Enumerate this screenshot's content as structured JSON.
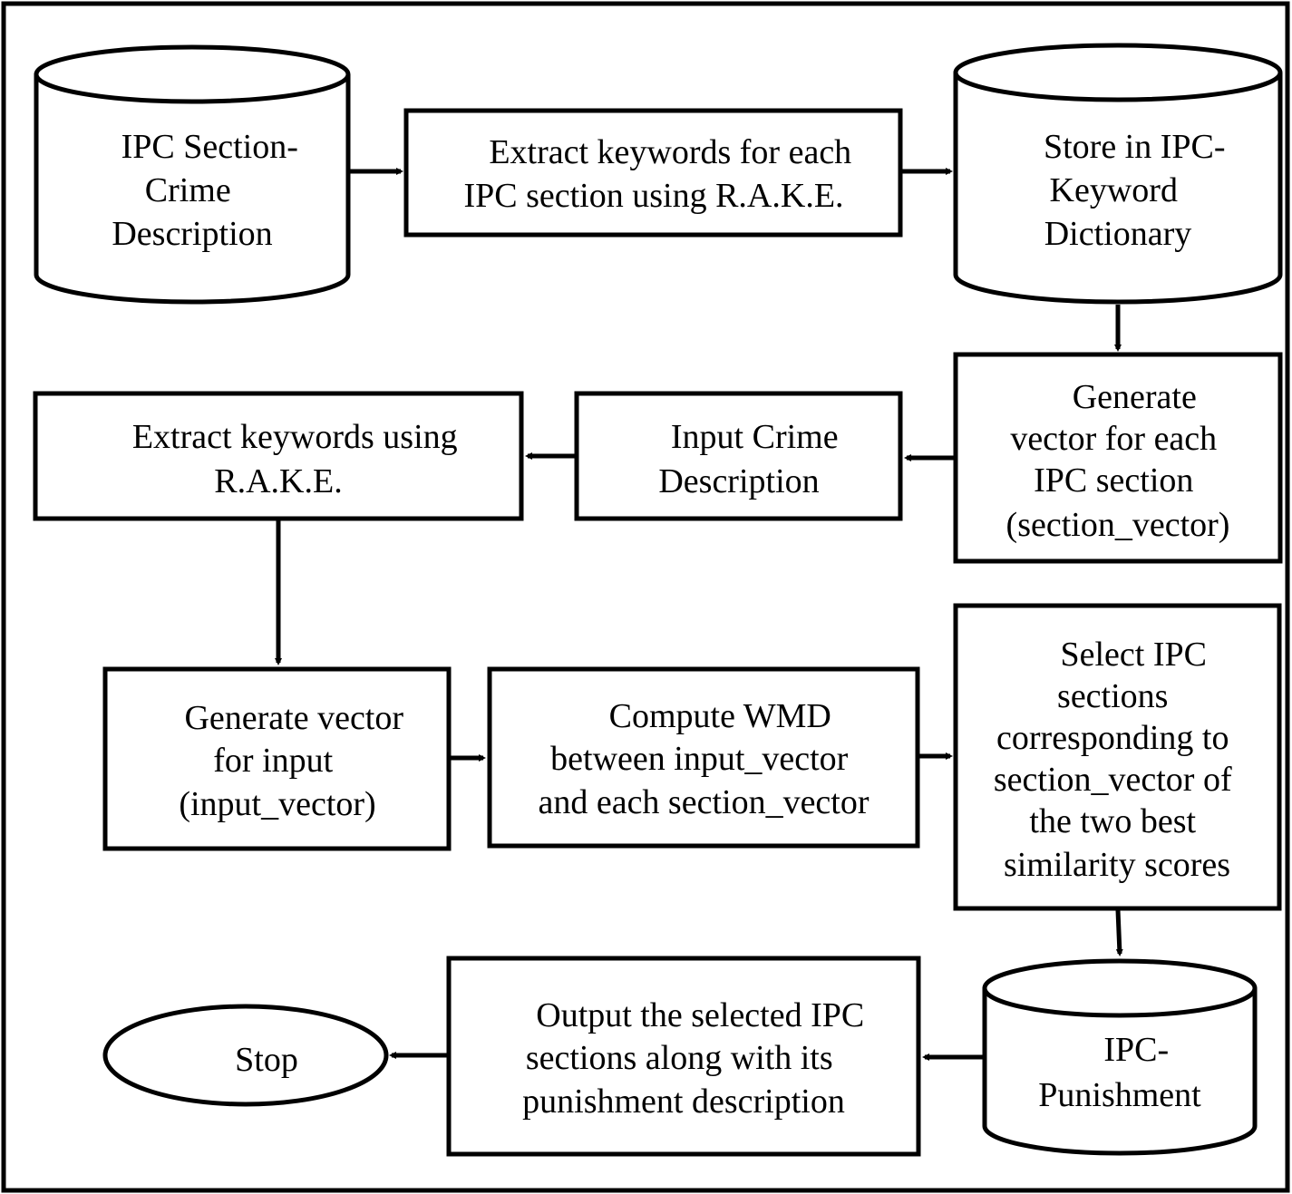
{
  "nodes": {
    "ipc_section_crime_db": {
      "lines": [
        "IPC Section-",
        "Crime",
        "Description"
      ]
    },
    "extract_keywords_each_ipc": {
      "lines": [
        "Extract keywords for each",
        "IPC section using R.A.K.E."
      ]
    },
    "store_ipc_keyword_dict": {
      "lines": [
        "Store in IPC-",
        "Keyword",
        "Dictionary"
      ]
    },
    "generate_section_vector": {
      "lines": [
        "Generate",
        "vector for each",
        "IPC section",
        "(section_vector)"
      ]
    },
    "input_crime_description": {
      "lines": [
        "Input Crime",
        "Description"
      ]
    },
    "extract_keywords_input": {
      "lines": [
        "Extract keywords using",
        "R.A.K.E."
      ]
    },
    "generate_input_vector": {
      "lines": [
        "Generate vector",
        "for input",
        "(input_vector)"
      ]
    },
    "compute_wmd": {
      "lines": [
        "Compute WMD",
        "between input_vector",
        "and each section_vector"
      ]
    },
    "select_ipc_sections": {
      "lines": [
        "Select IPC",
        "sections",
        "corresponding to",
        "section_vector of",
        "the two best",
        "similarity scores"
      ]
    },
    "ipc_punishment_db": {
      "lines": [
        "IPC-",
        "Punishment"
      ]
    },
    "output_selected_sections": {
      "lines": [
        "Output the selected IPC",
        "sections along with its",
        "punishment description"
      ]
    },
    "stop": {
      "lines": [
        "Stop"
      ]
    }
  },
  "colors": {
    "stroke": "#000000",
    "fill": "#ffffff",
    "text": "#000000"
  }
}
